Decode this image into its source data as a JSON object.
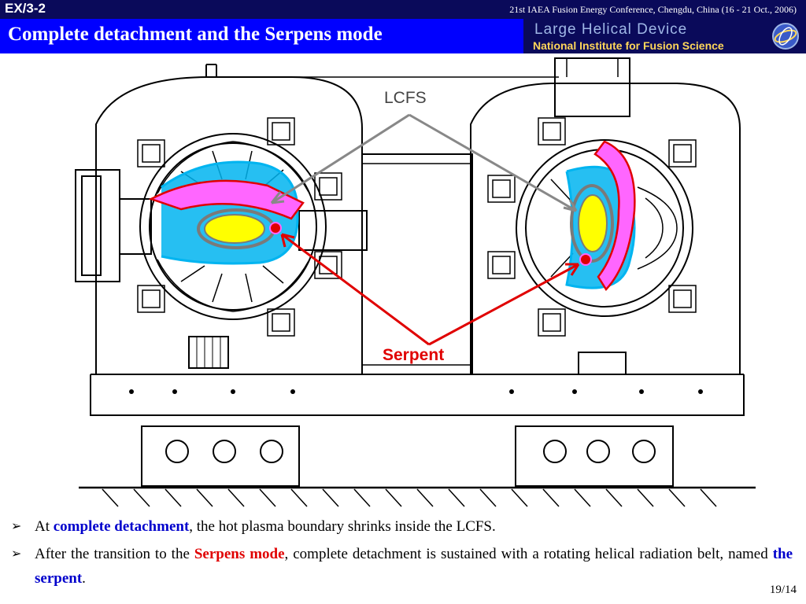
{
  "header": {
    "code": "EX/3-2",
    "conference": "21st IAEA Fusion Energy Conference, Chengdu, China (16 - 21 Oct., 2006)",
    "title": "Complete detachment and the Serpens mode"
  },
  "logo": {
    "line1": "Large Helical Device",
    "line2": "National Institute for Fusion Science"
  },
  "diagram": {
    "label_lcfs": "LCFS",
    "label_serpent": "Serpent",
    "colors": {
      "plasma_core": "#ffff00",
      "lcfs": "#7a7a7a",
      "divertor_flux": "#00b4f0",
      "radiation_belt": "#ff66ff",
      "serpent": "#e00000"
    }
  },
  "bullets": [
    {
      "prefix": "At ",
      "highlight": "complete detachment",
      "suffix": ", the hot plasma boundary shrinks inside the LCFS."
    },
    {
      "prefix": "After the transition to the ",
      "highlight": "Serpens mode",
      "middle": ", complete detachment is sustained with a rotating helical radiation belt, named ",
      "highlight2": "the serpent",
      "suffix": "."
    }
  ],
  "page_number": "19/14"
}
